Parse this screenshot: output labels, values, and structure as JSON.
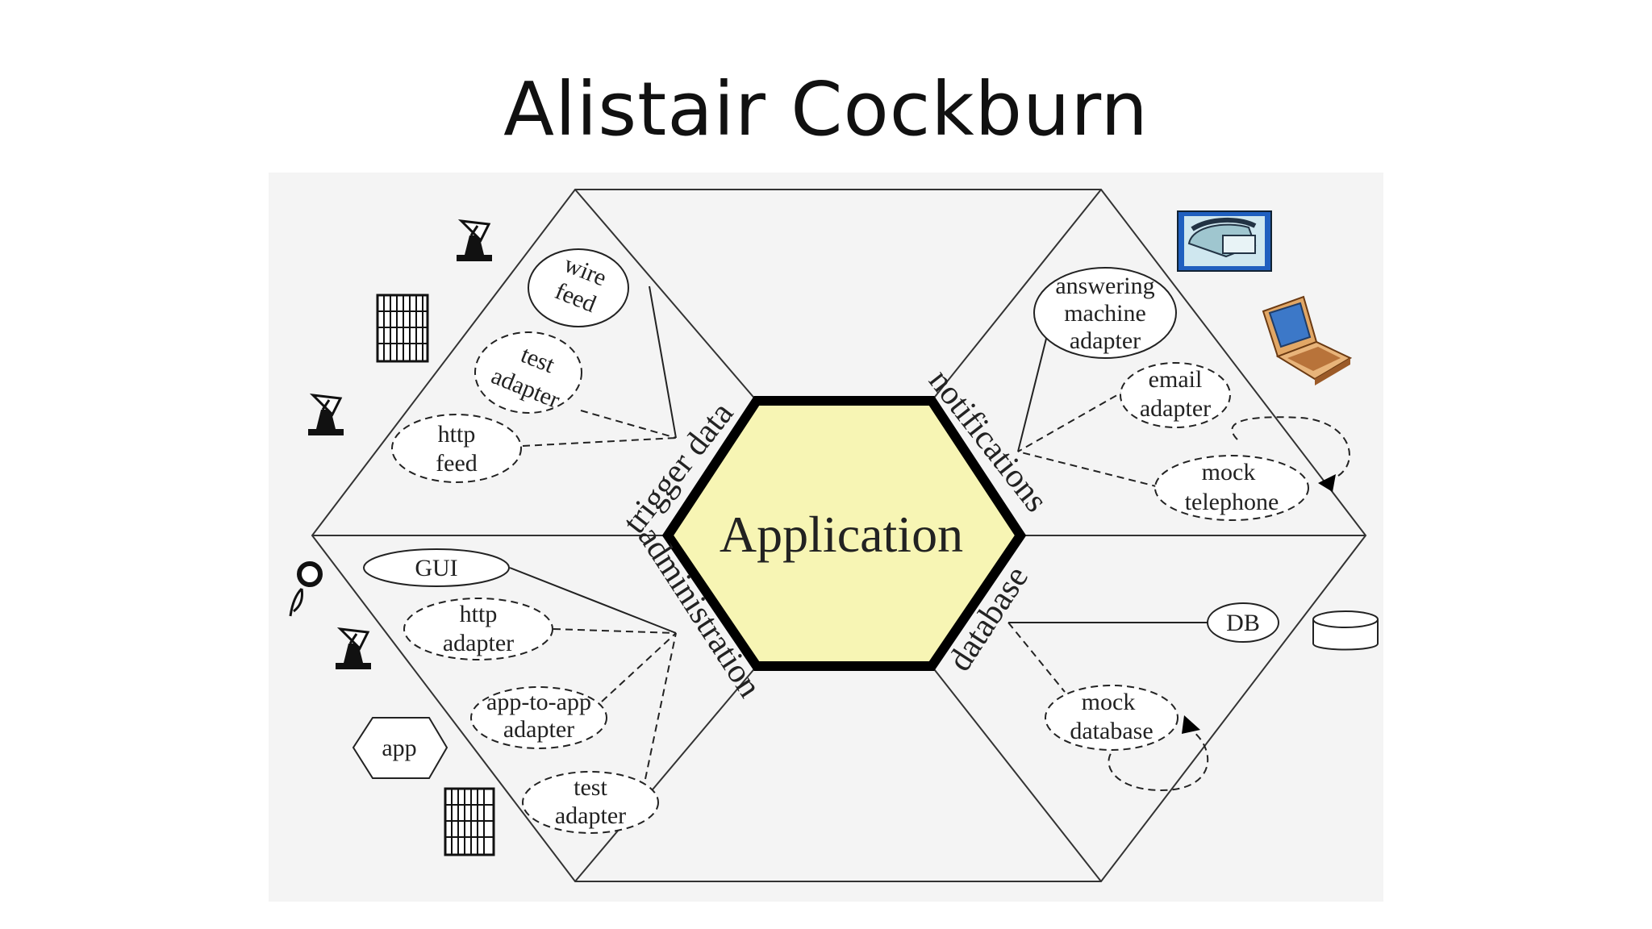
{
  "slide": {
    "title": "Alistair Cockburn"
  },
  "diagram": {
    "center_label": "Application",
    "ports": {
      "trigger_data": "trigger data",
      "administration": "administration",
      "notifications": "notifications",
      "database": "database"
    },
    "adapters": {
      "wire_feed": [
        "wire",
        "feed"
      ],
      "test_adapter_top": [
        "test",
        "adapter"
      ],
      "http_feed": [
        "http",
        "feed"
      ],
      "gui": "GUI",
      "http_adapter": [
        "http",
        "adapter"
      ],
      "app_to_app_adapter": [
        "app-to-app",
        "adapter"
      ],
      "test_adapter_bottom": [
        "test",
        "adapter"
      ],
      "answering_machine_adapter": [
        "answering",
        "machine",
        "adapter"
      ],
      "email_adapter": [
        "email",
        "adapter"
      ],
      "mock_telephone": [
        "mock",
        "telephone"
      ],
      "db": "DB",
      "mock_database": [
        "mock",
        "database"
      ]
    },
    "externals": {
      "app": "app"
    },
    "colors": {
      "application_fill": "#f7f5b4",
      "background": "#f4f4f4",
      "ink": "#222222"
    },
    "icons": [
      "satellite-dish-icon",
      "server-rack-icon",
      "person-icon",
      "telephone-icon",
      "laptop-icon",
      "database-cylinder-icon"
    ]
  }
}
